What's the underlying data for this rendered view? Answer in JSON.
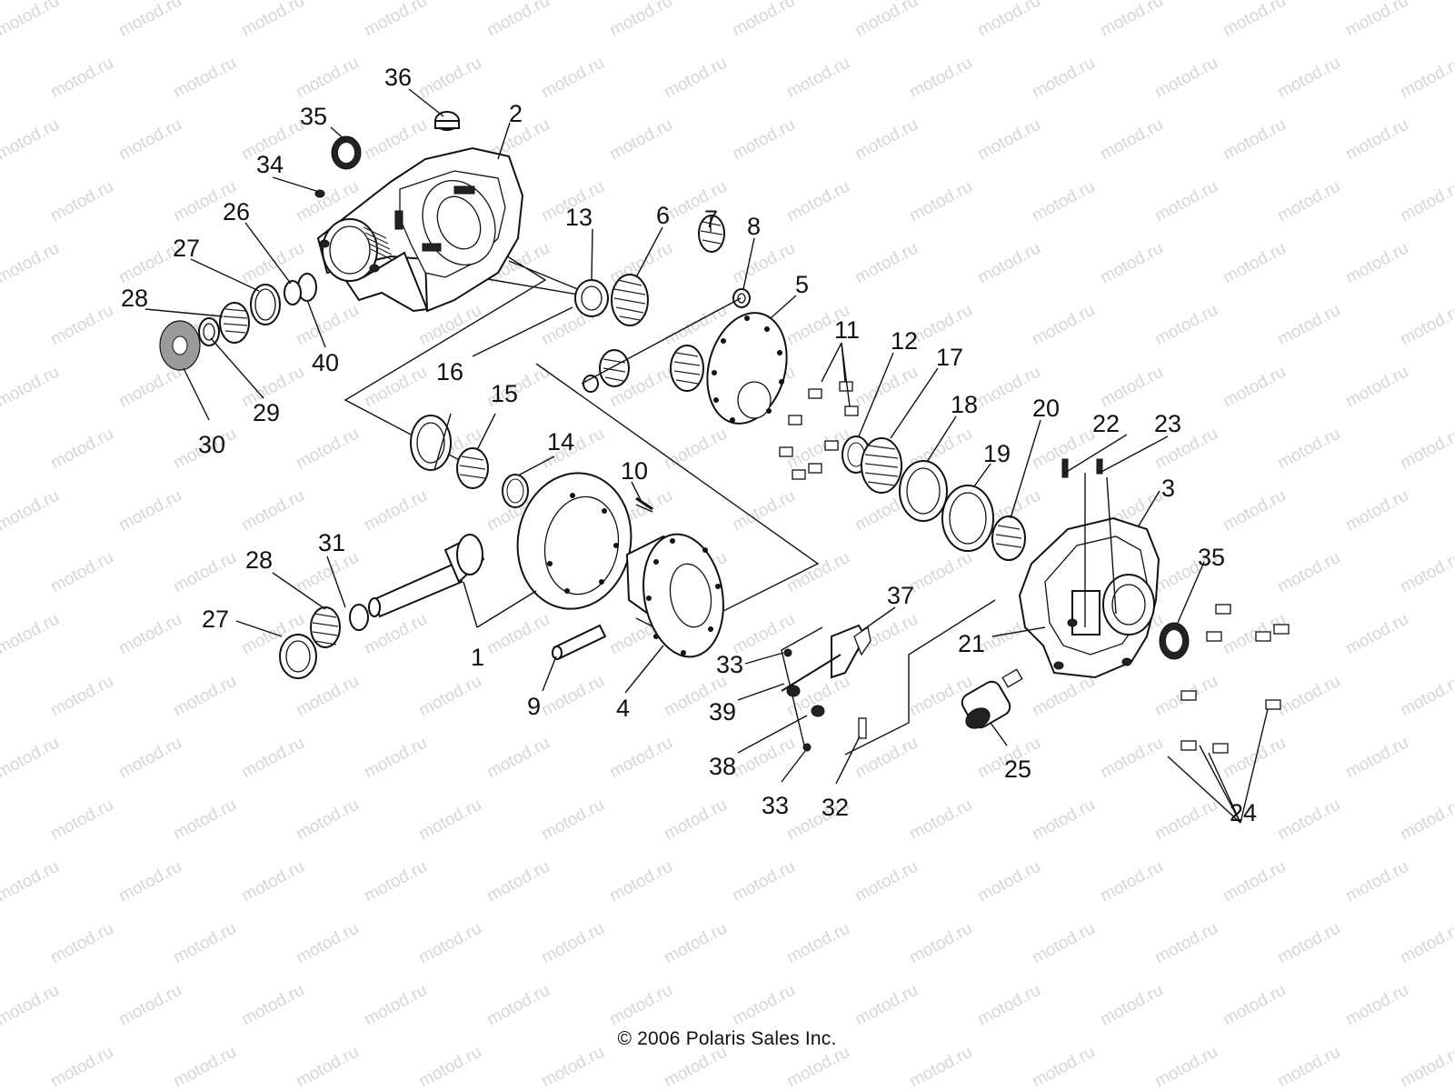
{
  "watermark": {
    "text": "motod.ru",
    "color": "#d6d6d6"
  },
  "copyright": "© 2006 Polaris Sales Inc.",
  "callouts": [
    {
      "id": "c1",
      "label": "1"
    },
    {
      "id": "c2",
      "label": "2"
    },
    {
      "id": "c3",
      "label": "3"
    },
    {
      "id": "c4",
      "label": "4"
    },
    {
      "id": "c5",
      "label": "5"
    },
    {
      "id": "c6",
      "label": "6"
    },
    {
      "id": "c7",
      "label": "7"
    },
    {
      "id": "c8",
      "label": "8"
    },
    {
      "id": "c9",
      "label": "9"
    },
    {
      "id": "c10",
      "label": "10"
    },
    {
      "id": "c11",
      "label": "11"
    },
    {
      "id": "c12",
      "label": "12"
    },
    {
      "id": "c13",
      "label": "13"
    },
    {
      "id": "c14",
      "label": "14"
    },
    {
      "id": "c15",
      "label": "15"
    },
    {
      "id": "c16",
      "label": "16"
    },
    {
      "id": "c17",
      "label": "17"
    },
    {
      "id": "c18",
      "label": "18"
    },
    {
      "id": "c19",
      "label": "19"
    },
    {
      "id": "c20",
      "label": "20"
    },
    {
      "id": "c21",
      "label": "21"
    },
    {
      "id": "c22",
      "label": "22"
    },
    {
      "id": "c23",
      "label": "23"
    },
    {
      "id": "c24",
      "label": "24"
    },
    {
      "id": "c25",
      "label": "25"
    },
    {
      "id": "c26",
      "label": "26"
    },
    {
      "id": "c27a",
      "label": "27"
    },
    {
      "id": "c27b",
      "label": "27"
    },
    {
      "id": "c28a",
      "label": "28"
    },
    {
      "id": "c28b",
      "label": "28"
    },
    {
      "id": "c29",
      "label": "29"
    },
    {
      "id": "c30",
      "label": "30"
    },
    {
      "id": "c31",
      "label": "31"
    },
    {
      "id": "c32",
      "label": "32"
    },
    {
      "id": "c33a",
      "label": "33"
    },
    {
      "id": "c33b",
      "label": "33"
    },
    {
      "id": "c34",
      "label": "34"
    },
    {
      "id": "c35a",
      "label": "35"
    },
    {
      "id": "c35b",
      "label": "35"
    },
    {
      "id": "c36",
      "label": "36"
    },
    {
      "id": "c37",
      "label": "37"
    },
    {
      "id": "c38",
      "label": "38"
    },
    {
      "id": "c39",
      "label": "39"
    },
    {
      "id": "c40",
      "label": "40"
    }
  ]
}
